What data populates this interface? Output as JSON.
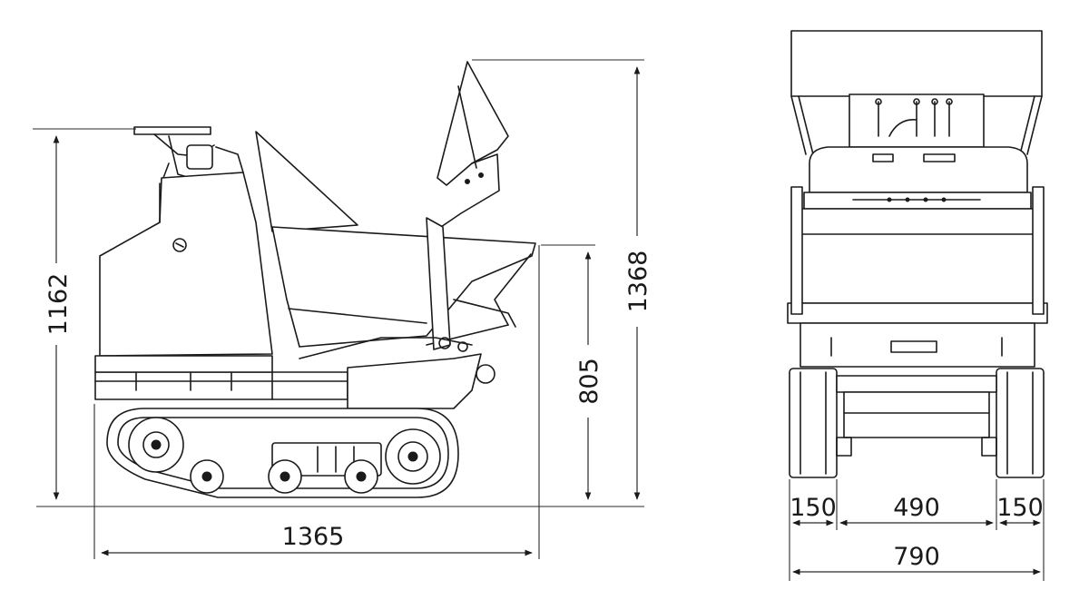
{
  "side_view": {
    "overall_length": "1365",
    "overall_height": "1162",
    "raised_bucket_height": "1368",
    "dump_height": "805"
  },
  "front_view": {
    "track_width_left": "150",
    "track_gap": "490",
    "track_width_right": "150",
    "overall_width": "790"
  },
  "colors": {
    "line": "#1a1a1a",
    "background": "#ffffff"
  }
}
